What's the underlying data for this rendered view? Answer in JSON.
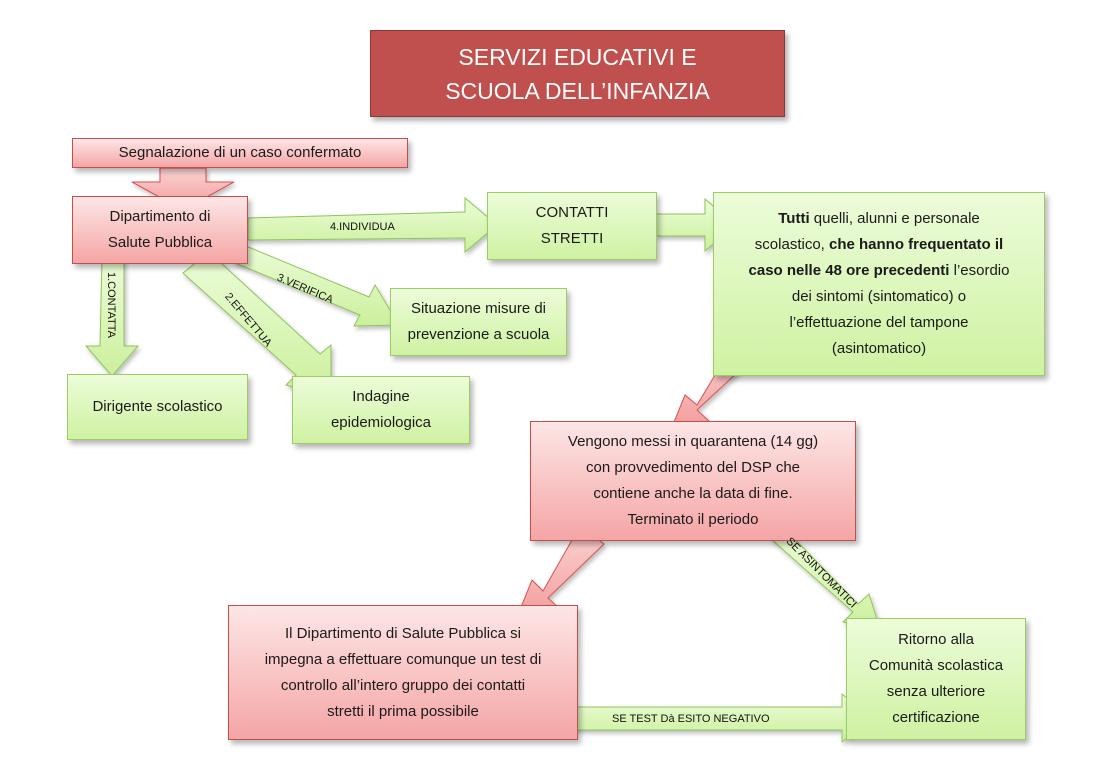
{
  "title": {
    "line1": "SERVIZI EDUCATIVI E",
    "line2": "SCUOLA DELL’INFANZIA"
  },
  "boxes": {
    "segnalazione": "Segnalazione di un caso confermato",
    "dipartimento": {
      "line1": "Dipartimento di",
      "line2": "Salute Pubblica"
    },
    "contatti": {
      "line1": "CONTATTI",
      "line2": "STRETTI"
    },
    "tutti": {
      "l1_bold": "Tutti",
      "l1_rest": " quelli, alunni e personale",
      "l2_rest": "scolastico, ",
      "l2_bold": "che hanno frequentato il",
      "l3_bold": "caso nelle 48 ore precedenti",
      "l3_rest": " l’esordio",
      "l4": "dei sintomi (sintomatico) o",
      "l5": "l’effettuazione del tampone",
      "l6": "(asintomatico)"
    },
    "situazione": {
      "line1": "Situazione misure di",
      "line2": "prevenzione a scuola"
    },
    "dirigente": "Dirigente scolastico",
    "indagine": {
      "line1": "Indagine",
      "line2": "epidemiologica"
    },
    "quarantena": {
      "line1": "Vengono messi in quarantena (14 gg)",
      "line2": "con provvedimento del DSP che",
      "line3": "contiene anche la data di fine.",
      "line4": "Terminato il periodo"
    },
    "test": {
      "line1": "Il Dipartimento di Salute Pubblica si",
      "line2": "impegna a effettuare comunque un test di",
      "line3": "controllo all’intero gruppo dei contatti",
      "line4": "stretti il prima possibile"
    },
    "ritorno": {
      "line1": "Ritorno alla",
      "line2": "Comunità scolastica",
      "line3": "senza ulteriore",
      "line4": "certificazione"
    }
  },
  "arrows": {
    "individua": "4.INDIVIDUA",
    "contatta": "1.CONTATTA",
    "verifica": "3.VERIFICA",
    "effettua": "2.EFFETTUA",
    "asintomatici": "SE ASINTOMATICI",
    "negativo": "SE TEST Dà ESITO NEGATIVO"
  },
  "colors": {
    "title": "#c0504d",
    "green_fill": "#cff2a2",
    "red_fill": "#f5a5a5"
  }
}
